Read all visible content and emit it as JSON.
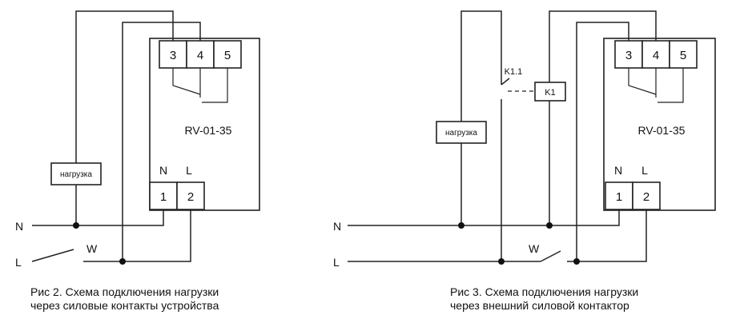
{
  "fig2": {
    "device": "RV-01-35",
    "terminals_top": [
      "3",
      "4",
      "5"
    ],
    "terminals_bottom": [
      "1",
      "2"
    ],
    "pin_labels": [
      "N",
      "L"
    ],
    "load": "нагрузка",
    "line_n": "N",
    "line_l": "L",
    "switch": "W",
    "caption_line1": "Рис 2. Схема подключения нагрузки",
    "caption_line2": "через силовые контакты устройства"
  },
  "fig3": {
    "device": "RV-01-35",
    "terminals_top": [
      "3",
      "4",
      "5"
    ],
    "terminals_bottom": [
      "1",
      "2"
    ],
    "pin_labels": [
      "N",
      "L"
    ],
    "load": "нагрузка",
    "contact": "K1.1",
    "contactor": "K1",
    "line_n": "N",
    "line_l": "L",
    "switch": "W",
    "caption_line1": "Рис 3. Схема подключения нагрузки",
    "caption_line2": "через внешний силовой контактор"
  }
}
